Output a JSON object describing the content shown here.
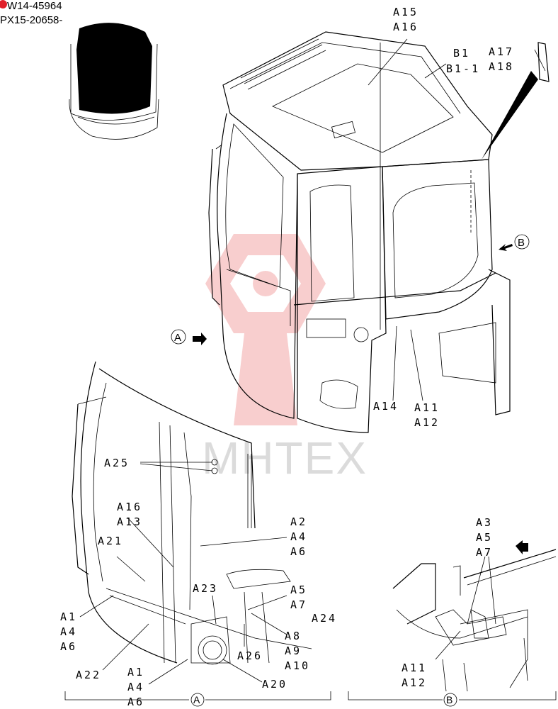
{
  "header": {
    "line1": "W14-45964",
    "line2": "PX15-20658-"
  },
  "watermark": {
    "text": "MHTEX"
  },
  "callouts": {
    "a15": "A15",
    "a16": "A16",
    "b1": "B1",
    "b1_1": "B1-1",
    "a17": "A17",
    "a18": "A18",
    "a14": "A14",
    "a11": "A11",
    "a12": "A12",
    "view_a": "A",
    "view_b": "B"
  },
  "detail_a": {
    "a25": "A25",
    "a16": "A16",
    "a13": "A13",
    "a21": "A21",
    "a2": "A2",
    "a4": "A4",
    "a6": "A6",
    "a23": "A23",
    "a5": "A5",
    "a7": "A7",
    "a24": "A24",
    "a1": "A1",
    "a4b": "A4",
    "a6b": "A6",
    "a8": "A8",
    "a9": "A9",
    "a10": "A10",
    "a26": "A26",
    "a22": "A22",
    "a1c": "A1",
    "a4c": "A4",
    "a6c": "A6",
    "a20": "A20",
    "marker": "A"
  },
  "detail_b": {
    "a3": "A3",
    "a5": "A5",
    "a7": "A7",
    "a11": "A11",
    "a12": "A12",
    "marker": "B"
  },
  "colors": {
    "watermark": "#f2a6a6",
    "marker_red": "#e0202a",
    "ink": "#000000"
  }
}
